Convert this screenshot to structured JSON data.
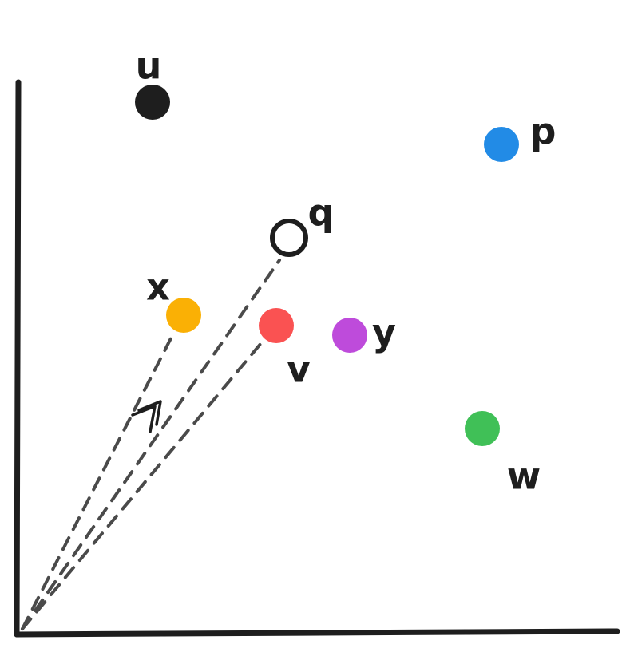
{
  "points": [
    {
      "id": "u",
      "label": "u",
      "color": "#1e1e1e",
      "hollow": false
    },
    {
      "id": "p",
      "label": "p",
      "color": "#228be6",
      "hollow": false
    },
    {
      "id": "q",
      "label": "q",
      "color": "#1e1e1e",
      "hollow": true
    },
    {
      "id": "x",
      "label": "x",
      "color": "#fab005",
      "hollow": false
    },
    {
      "id": "v",
      "label": "v",
      "color": "#fa5252",
      "hollow": false
    },
    {
      "id": "y",
      "label": "y",
      "color": "#be4bdb",
      "hollow": false
    },
    {
      "id": "w",
      "label": "w",
      "color": "#40c057",
      "hollow": false
    }
  ],
  "rays_to": [
    "x",
    "q",
    "v"
  ]
}
